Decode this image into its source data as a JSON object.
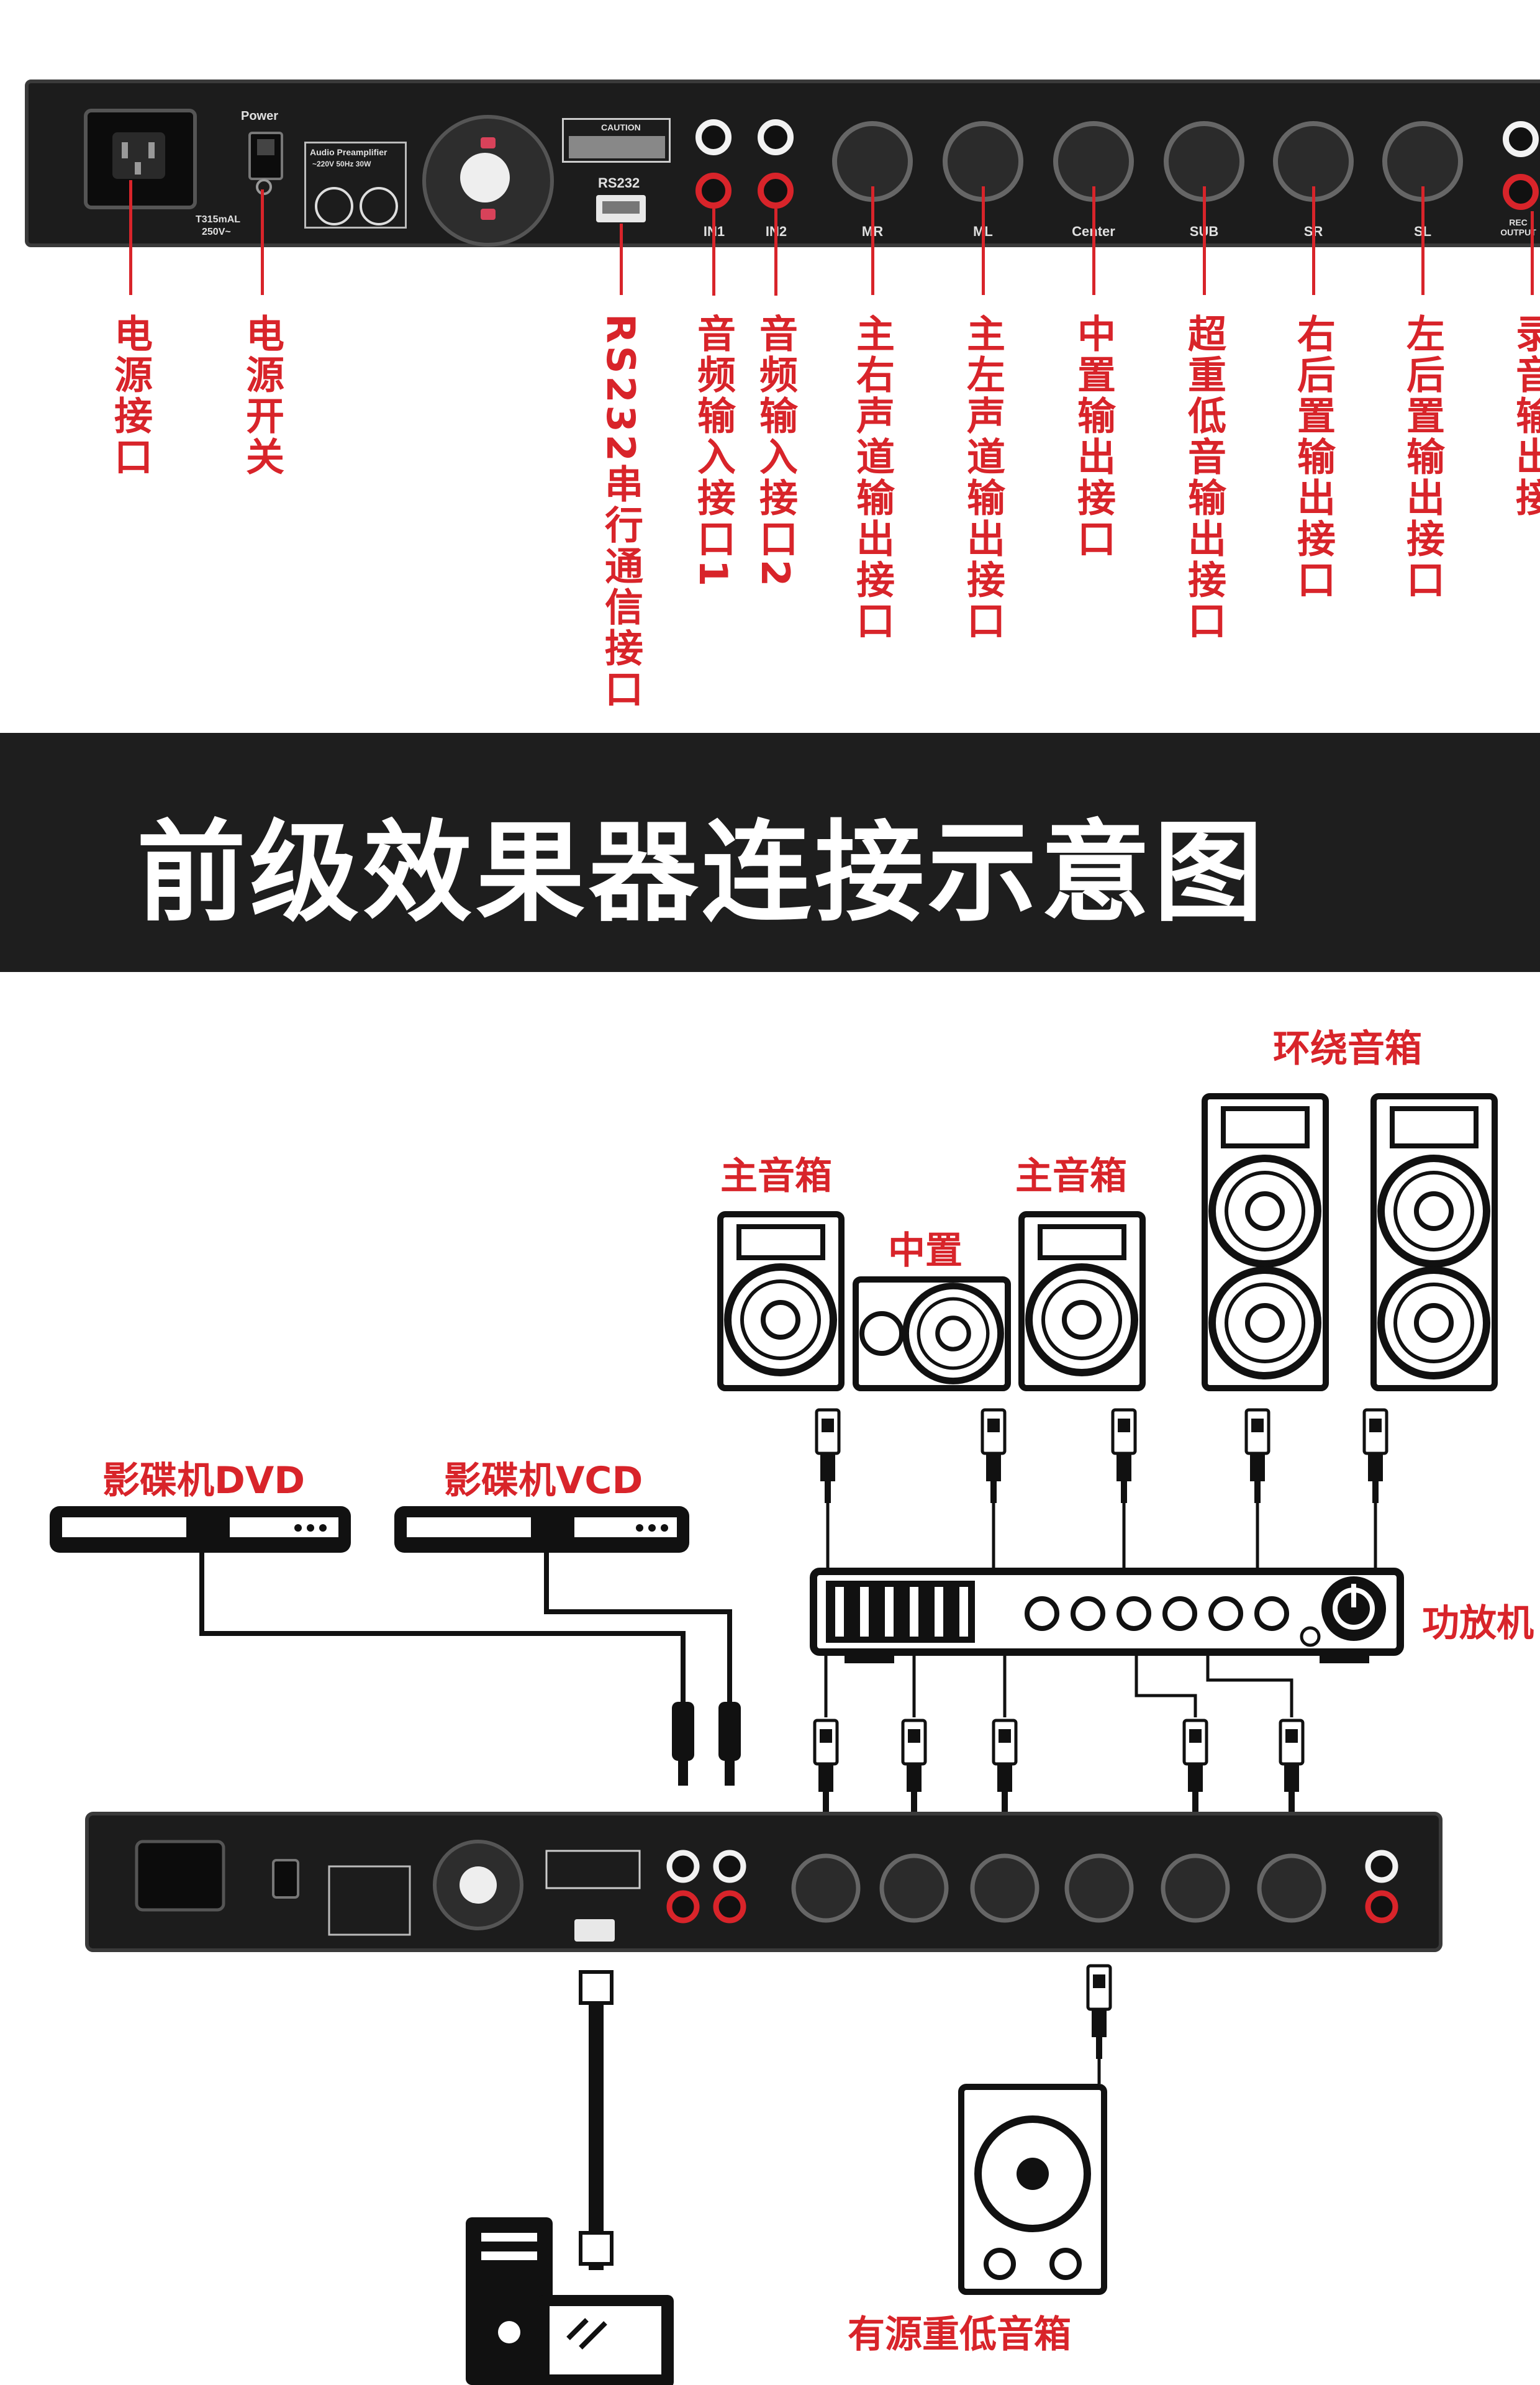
{
  "top_panel": {
    "panel_texts": {
      "power": "Power",
      "fuse": "T315mAL",
      "fuse_voltage": "250V~",
      "model": "Audio Preamplifier",
      "rating": "~220V 50Hz 30W",
      "caution": "CAUTION",
      "rs232": "RS232",
      "rec_output": "REC OUTPUT"
    },
    "ports": [
      {
        "code": "IN1",
        "label": "音频输入接口1"
      },
      {
        "code": "IN2",
        "label": "音频输入接口2"
      },
      {
        "code": "MR",
        "label": "主右声道输出接口"
      },
      {
        "code": "ML",
        "label": "主左声道输出接口"
      },
      {
        "code": "Center",
        "label": "中置输出接口"
      },
      {
        "code": "SUB",
        "label": "超重低音输出接口"
      },
      {
        "code": "SR",
        "label": "右后置输出接口"
      },
      {
        "code": "SL",
        "label": "左后置输出接口"
      }
    ],
    "labels": {
      "power_socket": "电源接口",
      "power_switch": "电源开关",
      "rs232_port": "RS232串行通信接口",
      "rec_output": "录音输出接"
    }
  },
  "banner": {
    "title": "前级效果器连接示意图"
  },
  "diagram": {
    "main_speaker_left": "主音箱",
    "center_speaker": "中置",
    "main_speaker_right": "主音箱",
    "surround_speakers": "环绕音箱",
    "dvd_player": "影碟机DVD",
    "vcd_player": "影碟机VCD",
    "amplifier": "功放机",
    "subwoofer": "有源重低音箱"
  },
  "colors": {
    "label_red": "#d8242a",
    "device_dark": "#1c1c1c",
    "banner_bg": "#1e1e1e"
  }
}
